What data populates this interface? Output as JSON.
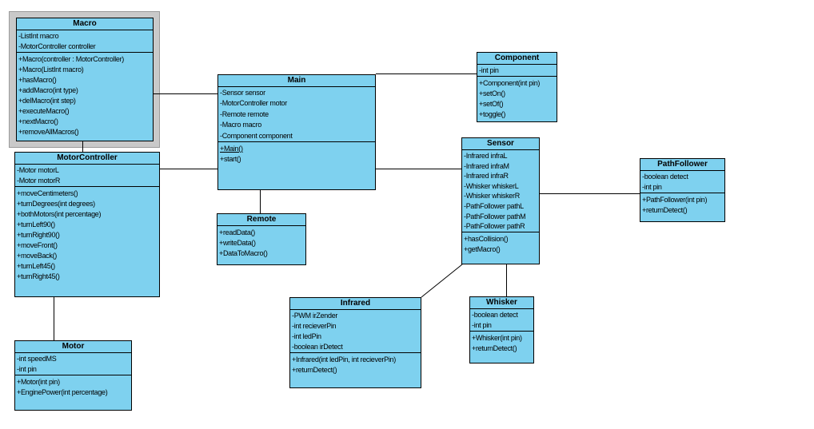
{
  "colors": {
    "box_fill": "#7ed1ef",
    "box_border": "#000000",
    "selection_frame": "#c9c9c9",
    "background": "#ffffff"
  },
  "classes": {
    "macro": {
      "title": "Macro",
      "selected": true,
      "attributes": [
        "-ListInt macro",
        "-MotorController controller"
      ],
      "methods": [
        "+Macro(controller : MotorController)",
        "+Macro(ListInt macro)",
        "+hasMacro()",
        "+addMacro(int type)",
        "+delMacro(int step)",
        "+executeMacro()",
        "+nextMacro()",
        "+removeAllMacros()"
      ]
    },
    "motorcontroller": {
      "title": "MotorController",
      "attributes": [
        "-Motor motorL",
        "-Motor motorR"
      ],
      "methods": [
        "+moveCentimeters()",
        "+turnDegrees(int degrees)",
        "+bothMotors(int percentage)",
        "+turnLeft90()",
        "+turnRight90()",
        "+moveFront()",
        "+moveBack()",
        "+turnLeft45()",
        "+turnRight45()"
      ]
    },
    "motor": {
      "title": "Motor",
      "attributes": [
        "-int speedMS",
        "-int pin"
      ],
      "methods": [
        "+Motor(int pin)",
        "+EnginePower(int percentage)"
      ]
    },
    "main": {
      "title": "Main",
      "attributes": [
        "-Sensor sensor",
        "-MotorController motor",
        "-Remote remote",
        "-Macro macro",
        "-Component component"
      ],
      "methods": [
        {
          "text": "+Main()",
          "underline": true
        },
        "+start()"
      ]
    },
    "remote": {
      "title": "Remote",
      "attributes": [],
      "methods": [
        "+readData()",
        "+writeData()",
        "+DataToMacro()"
      ]
    },
    "component": {
      "title": "Component",
      "attributes": [
        "-int pin"
      ],
      "methods": [
        "+Component(int pin)",
        "+setOn()",
        "+setOf()",
        "+toggle()"
      ]
    },
    "sensor": {
      "title": "Sensor",
      "attributes": [
        "-Infrared infraL",
        "-Infrared infraM",
        "-Infrared infraR",
        "-Whisker whiskerL",
        "-Whisker whiskerR",
        "-PathFollower pathL",
        "-PathFollower pathM",
        "-PathFollower pathR"
      ],
      "methods": [
        "+hasCollision()",
        "+getMacro()"
      ]
    },
    "pathfollower": {
      "title": "PathFollower",
      "attributes": [
        "-boolean detect",
        "-int pin"
      ],
      "methods": [
        "+PathFollower(int pin)",
        "+returnDetect()"
      ]
    },
    "infrared": {
      "title": "Infrared",
      "attributes": [
        "-PWM irZender",
        "-int recieverPin",
        "-int ledPin",
        "-boolean irDetect"
      ],
      "methods": [
        "+Infrared(int ledPin, int recieverPin)",
        "+returnDetect()"
      ]
    },
    "whisker": {
      "title": "Whisker",
      "attributes": [
        "-boolean detect",
        "-int pin"
      ],
      "methods": [
        "+Whisker(int pin)",
        "+returnDetect()"
      ]
    }
  },
  "edges": [
    {
      "from": "Macro",
      "to": "Main"
    },
    {
      "from": "Macro",
      "to": "MotorController"
    },
    {
      "from": "MotorController",
      "to": "Main"
    },
    {
      "from": "MotorController",
      "to": "Motor"
    },
    {
      "from": "Main",
      "to": "Component"
    },
    {
      "from": "Main",
      "to": "Remote"
    },
    {
      "from": "Main",
      "to": "Sensor"
    },
    {
      "from": "Sensor",
      "to": "PathFollower"
    },
    {
      "from": "Sensor",
      "to": "Whisker"
    },
    {
      "from": "Sensor",
      "to": "Infrared"
    }
  ]
}
